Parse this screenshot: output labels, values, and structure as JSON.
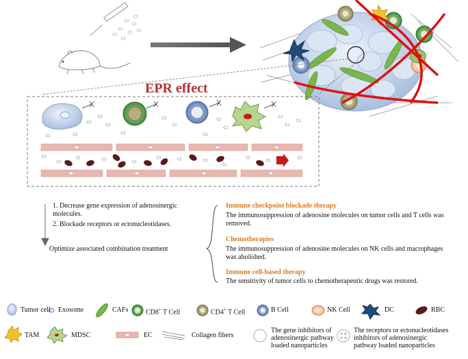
{
  "epr": {
    "title": "EPR effect"
  },
  "steps": {
    "step1": "1. Decrease gene expression of adenosinergic molecules.",
    "step2": "2. Blockade receptors or ectonucleotidases.",
    "optimize": "Optimize associated combination treatment"
  },
  "therapies": [
    {
      "title": "Immune checkpoint blockade therapy",
      "desc": "The immunosuppression of adenosine molecules on tumor cells and T cells was removed."
    },
    {
      "title": "Chemotherapies",
      "desc": "The immunosuppression of adenosine molecules on NK cells and macrophages was abolished."
    },
    {
      "title": "Immune cell-based therapy",
      "desc": "The sensitivity of tumor cells to chemotherapeutic drugs was restored."
    }
  ],
  "legend": {
    "tumor_cell": "Tumor cell",
    "exosome": "Exosome",
    "cafs": "CAFs",
    "cd8_prefix": "CD8",
    "cd8_suffix": " T Cell",
    "cd4_prefix": "CD4",
    "cd4_suffix": " T Cell",
    "plus": "+",
    "b_cell": "B Cell",
    "nk_cell": "NK Cell",
    "dc": "DC",
    "rbc": "RBC",
    "tam": "TAM",
    "mdsc": "MDSC",
    "ec": "EC",
    "collagen": "Collagen fibers",
    "gene_inhib_1": "The gene inhibitors of",
    "gene_inhib_2": "adenosinergic pathway",
    "gene_inhib_3": "loaded nanoparticles",
    "rec_inhib_1": "The receptors or ectonucleotidases",
    "rec_inhib_2": "inhibitors of adenosinergic",
    "rec_inhib_3": "pathway loaded nanoparticles"
  },
  "colors": {
    "title_red": "#b5302e",
    "section_orange": "#e07a1f",
    "vessel_pink": "#e8b7b0",
    "rbc": "#5c1a1a"
  }
}
